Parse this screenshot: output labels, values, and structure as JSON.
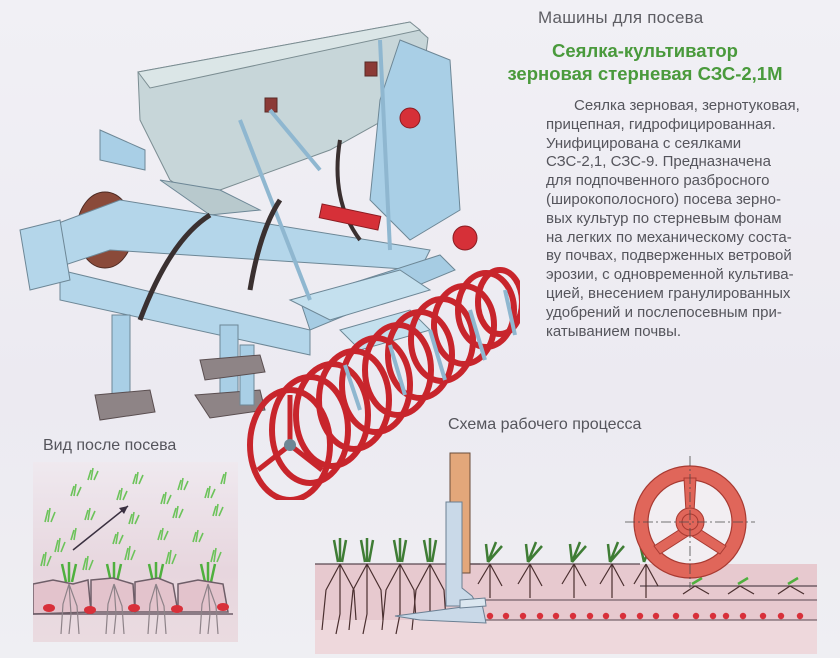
{
  "page": {
    "section_title": "Машины для посева",
    "title_line1": "Сеялка-культиватор",
    "title_line2": "зерновая стерневая СЗС-2,1М",
    "description_lines": [
      "Сеялка зерновая, зернотуковая,",
      "прицепная, гидрофицированная.",
      "Унифицирована с сеялками",
      "СЗС-2,1, СЗС-9. Предназначена",
      "для подпочвенного разбросного",
      "(широкополосного) посева зерно-",
      "вых культур по стерневым фонам",
      "на легких по механическому соста-",
      "ву почвах, подверженных ветровой",
      "эрозии, с одновременной культива-",
      "цией, внесением гранулированных",
      "удобрений и послепосевным при-",
      "катыванием почвы."
    ]
  },
  "figures": {
    "machine": {
      "label": "seeder-cultivator-illustration"
    },
    "after_sowing": {
      "caption": "Вид после посева"
    },
    "work_process": {
      "caption": "Схема рабочего процесса"
    }
  },
  "colors": {
    "title_green": "#4a9a3c",
    "text_gray": "#55555c",
    "frame_blue": "#a9cfe6",
    "roller_red": "#c8252c",
    "wheel_salmon": "#e0665a",
    "soil_pink": "#e6c4cc",
    "seed_red": "#d8303a",
    "plant_green": "#59b84a"
  }
}
